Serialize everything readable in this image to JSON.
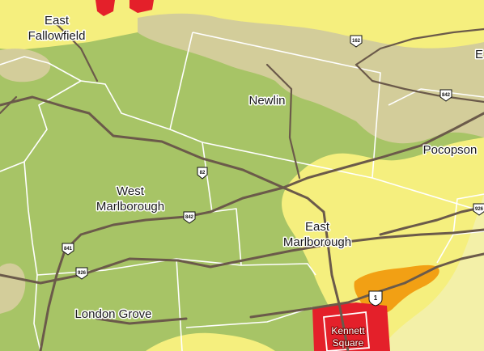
{
  "colors": {
    "low_green": "#a7c466",
    "tan": "#d3cd9a",
    "yellow": "#f5ef7e",
    "pale_yellow": "#f3f0a8",
    "orange": "#f2a014",
    "red": "#e4202a",
    "road": "#6b5a4a",
    "boundary": "#ffffff"
  },
  "places": {
    "east_fallowfield": [
      "East",
      "Fallowfield"
    ],
    "newlin": "Newlin",
    "pocopson": "Pocopson",
    "east_edge": "E",
    "west_marlborough": [
      "West",
      "Marlborough"
    ],
    "east_marlborough": [
      "East",
      "Marlborough"
    ],
    "london_grove": "London Grove",
    "kennett_square": [
      "Kennett",
      "Square"
    ]
  },
  "routes": {
    "pa162": "162",
    "pa842_ne": "842",
    "pa82": "82",
    "pa842_w": "842",
    "pa841": "841",
    "pa926_w": "926",
    "pa926_e": "926",
    "us1": "1"
  }
}
